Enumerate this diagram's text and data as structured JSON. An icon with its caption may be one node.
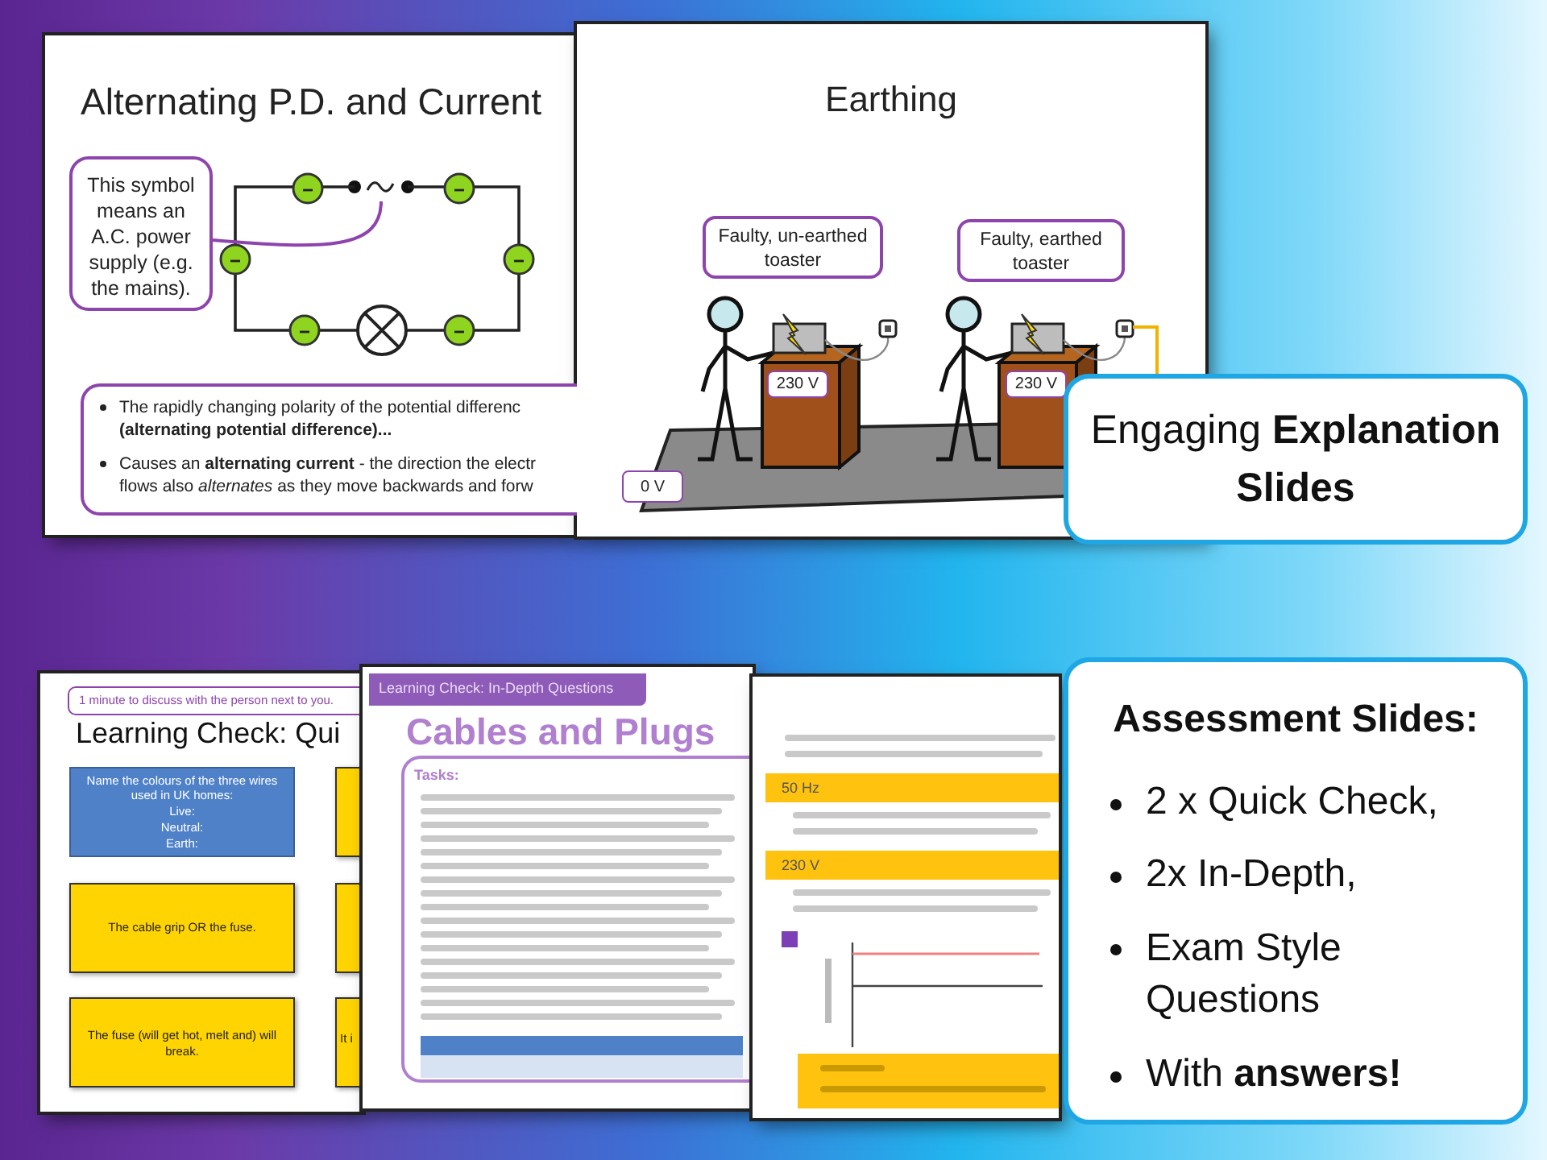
{
  "diagram": {
    "nodes": [
      {
        "text": [
          "Alternating P.D. and Current"
        ]
      },
      {
        "text": [
          "This symbol means an A.C. power supply (e.g. the mains)."
        ],
        "in": 0
      },
      {
        "text": [],
        "shape": "picture",
        "in": 0
      },
      {
        "text": [
          "The rapidly changing polarity of the potential differenc **(alternating potential difference)...**",
          "Causes an **alternating current** - the direction the electr flows also *alternates* as they move backwards and forw"
        ],
        "in": 0
      },
      {
        "text": [
          "Earthing"
        ]
      },
      {
        "text": [
          "Faulty, un-earthed toaster"
        ],
        "in": 4
      },
      {
        "text": [
          "Faulty, earthed toaster"
        ],
        "in": 4
      },
      {
        "text": [
          "230 V"
        ],
        "in": 4
      },
      {
        "text": [
          "230 V"
        ],
        "in": 4
      },
      {
        "text": [
          "0 V"
        ],
        "in": 4
      },
      {
        "text": [
          "Engaging **Explanation Slides**"
        ]
      },
      {
        "text": [
          "Learning Check: Qui"
        ]
      },
      {
        "text": [
          "1 minute to discuss with the person next to you."
        ],
        "in": 11
      },
      {
        "text": [
          "Name the colours of the three wires used in UK homes:",
          "Live:",
          "Neutral:",
          "Earth:"
        ],
        "in": 11
      },
      {
        "text": [],
        "shape": "box",
        "in": 11
      },
      {
        "text": [
          "The cable grip OR the fuse."
        ],
        "in": 11
      },
      {
        "text": [],
        "shape": "box",
        "in": 11
      },
      {
        "text": [
          "The fuse (will get hot, melt and) will break."
        ],
        "in": 11
      },
      {
        "text": [
          "It i"
        ],
        "in": 11
      },
      {
        "text": [
          "Cables and Plugs"
        ]
      },
      {
        "text": [
          "Learning Check: In-Depth Questions"
        ],
        "in": 19
      },
      {
        "text": [
          "Tasks:"
        ],
        "in": 19
      },
      {
        "text": [],
        "shape": "box"
      },
      {
        "text": [
          "50 Hz"
        ],
        "in": 22
      },
      {
        "text": [
          "230 V"
        ],
        "in": 22
      },
      {
        "text": [
          "Assessment Slides:",
          "2 x Quick Check,",
          "2x In-Depth,",
          "Exam Style Questions",
          "With **answers!**"
        ]
      }
    ],
    "edges": [
      {
        "from": 1,
        "to": 2,
        "arrow": "none"
      }
    ]
  }
}
